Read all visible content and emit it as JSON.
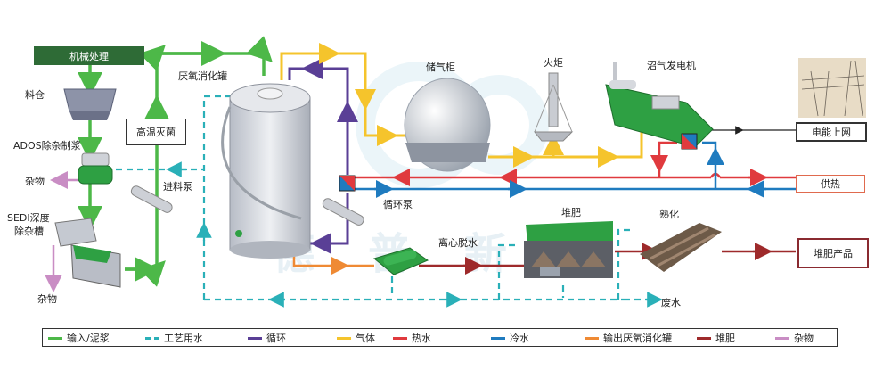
{
  "labels": {
    "mechanical": "机械处理",
    "hopper": "料仓",
    "ados": "ADOS除杂制浆",
    "impurity1": "杂物",
    "sedi_line1": "SEDI深度",
    "sedi_line2": "除杂槽",
    "impurity2": "杂物",
    "sterilize": "高温灭菌",
    "feed_pump": "进料泵",
    "digester": "厌氧消化罐",
    "gas_holder": "储气柜",
    "flare": "火炬",
    "generator": "沼气发电机",
    "grid": "电能上网",
    "heat_supply": "供热",
    "circ_pump": "循环泵",
    "centrifuge": "离心脱水",
    "composting": "堆肥",
    "maturation": "熟化",
    "compost_product": "堆肥产品",
    "wastewater": "废水"
  },
  "watermark": "德普新源",
  "legend": [
    {
      "label": "输入/泥浆",
      "color": "#4db848",
      "style": "solid"
    },
    {
      "label": "工艺用水",
      "color": "#2ab0b8",
      "style": "dashed"
    },
    {
      "label": "循环",
      "color": "#5a3f96",
      "style": "solid"
    },
    {
      "label": "气体",
      "color": "#f5c42c",
      "style": "solid"
    },
    {
      "label": "热水",
      "color": "#e03a3e",
      "style": "solid"
    },
    {
      "label": "冷水",
      "color": "#1f7bbf",
      "style": "solid"
    },
    {
      "label": "输出厌氧消化罐",
      "color": "#ef8a34",
      "style": "solid"
    },
    {
      "label": "堆肥",
      "color": "#9e2a2b",
      "style": "solid"
    },
    {
      "label": "杂物",
      "color": "#c98dc4",
      "style": "solid"
    }
  ],
  "colors": {
    "mechanical_bg": "#2e6b36",
    "equipment_green": "#2ea043",
    "tank_gray": "#d9dce2"
  }
}
